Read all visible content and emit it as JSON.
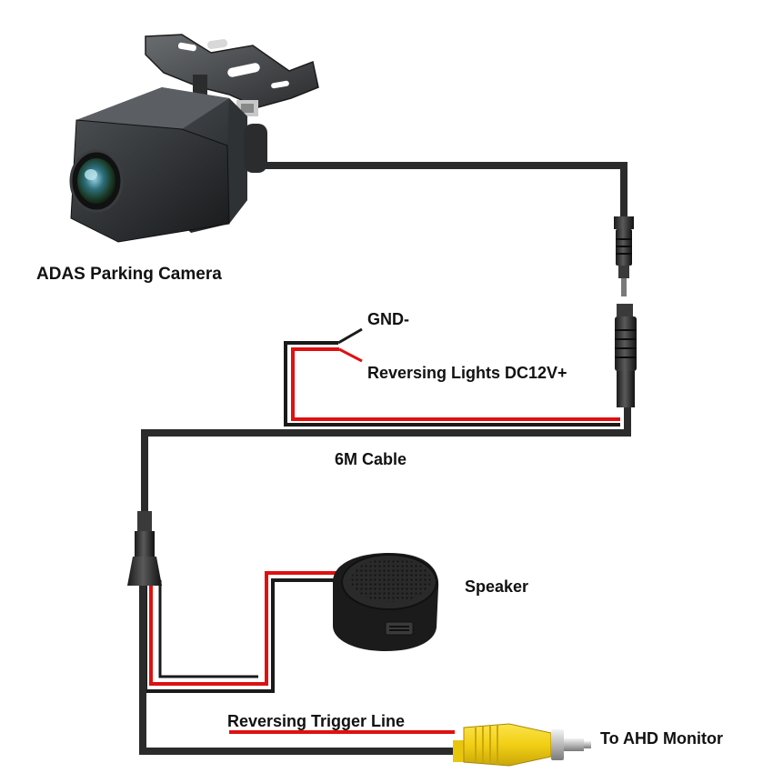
{
  "labels": {
    "camera": "ADAS Parking Camera",
    "gnd": "GND-",
    "reversing_lights": "Reversing Lights DC12V+",
    "cable": "6M Cable",
    "speaker": "Speaker",
    "trigger": "Reversing Trigger Line",
    "monitor": "To AHD Monitor"
  },
  "colors": {
    "cable": "#2b2b2b",
    "power_wire": "#e01010",
    "rca_plug": "#f2d21a",
    "camera_body": "#3a3d40"
  }
}
